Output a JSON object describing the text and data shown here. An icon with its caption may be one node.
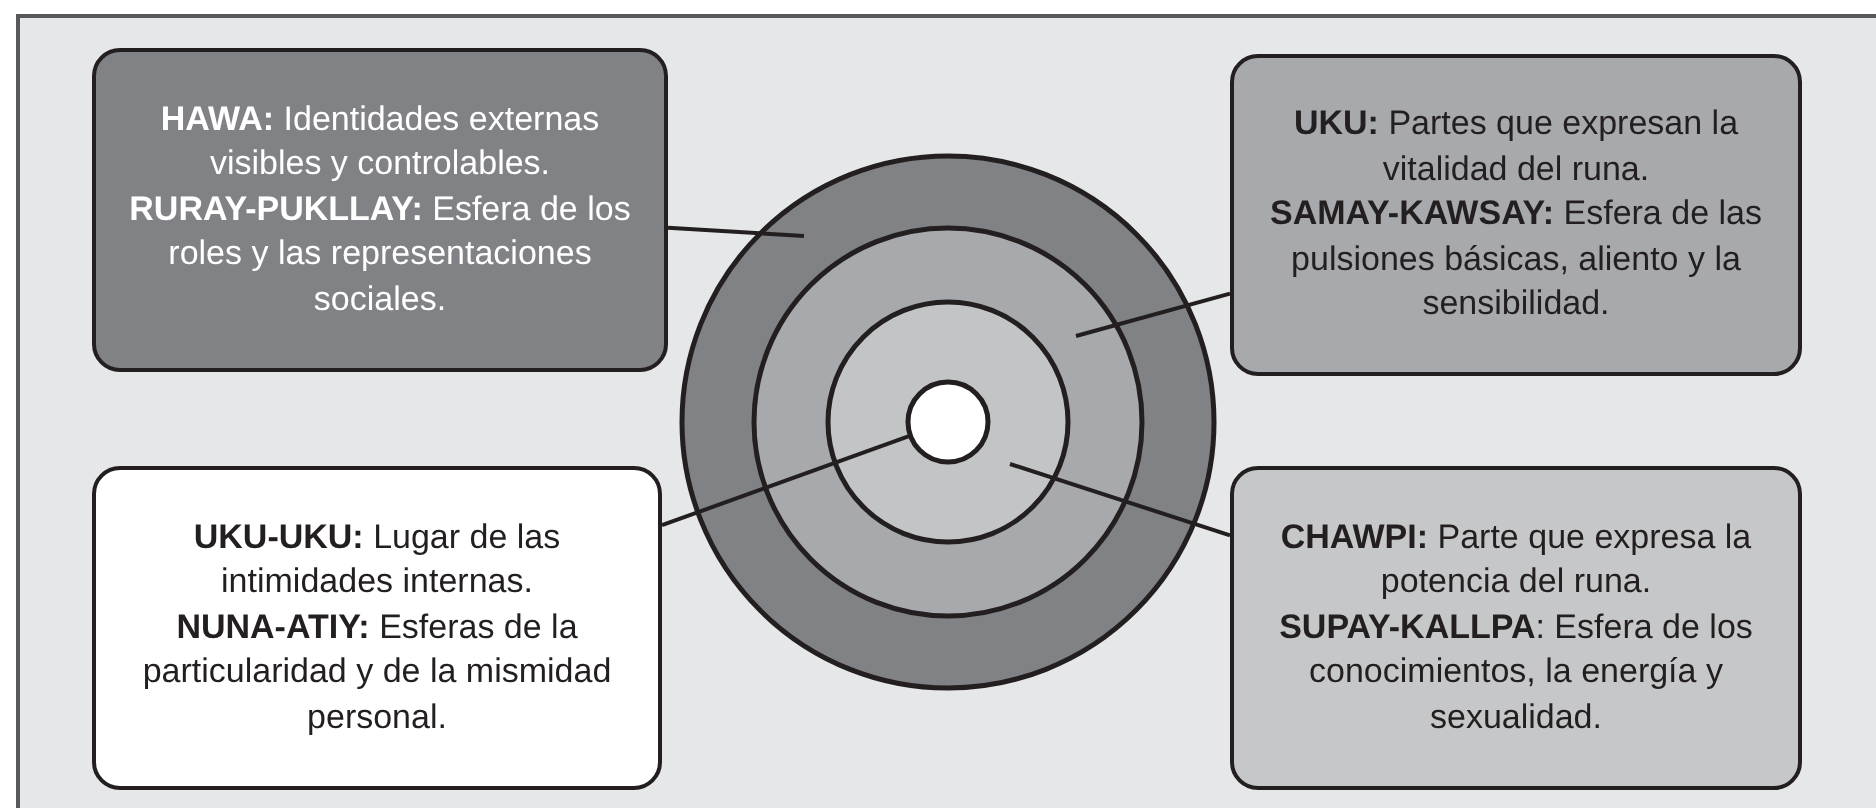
{
  "diagram": {
    "nodes": [
      {
        "text": [
          "**HAWA:** Identidades externas visibles y controlables.",
          "**RURAY-PUKLLAY:** Esfera de los roles y las representaciones sociales."
        ]
      },
      {
        "text": [
          "**UKU:** Partes que expresan la vitalidad del runa.",
          "**SAMAY-KAWSAY:** Esfera de las pulsiones básicas, aliento y la sensibilidad."
        ]
      },
      {
        "text": [
          "**UKU-UKU:** Lugar de las intimidades internas.",
          "**NUNA-ATIY:** Esferas de la particularidad y de la mismidad personal."
        ]
      },
      {
        "text": [
          "**CHAWPI:** Parte que expresa la potencia del runa.",
          "**SUPAY-KALLPA**: Esfera de los conocimientos, la energía y sexualidad."
        ]
      },
      {
        "text": [],
        "shape": "circle"
      },
      {
        "text": [],
        "shape": "circle",
        "in": 4
      },
      {
        "text": [],
        "shape": "circle",
        "in": 5
      },
      {
        "text": [],
        "shape": "circle",
        "in": 6
      }
    ],
    "edges": [
      {
        "from": 0,
        "to": 4,
        "arrow": "none"
      },
      {
        "from": 1,
        "to": 5,
        "arrow": "none"
      },
      {
        "from": 2,
        "to": 7,
        "arrow": "none"
      },
      {
        "from": 3,
        "to": 6,
        "arrow": "none"
      }
    ]
  }
}
